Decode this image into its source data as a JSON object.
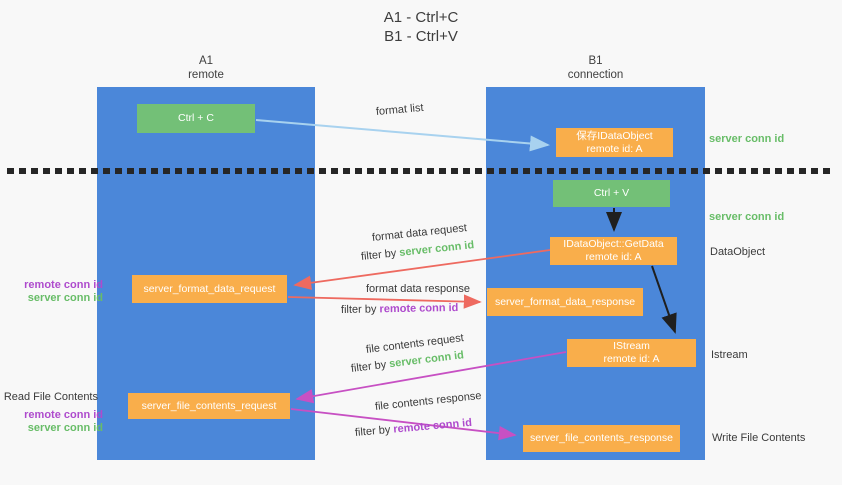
{
  "colors": {
    "background": "#f8f8f8",
    "lane_blue": "#4b87d9",
    "box_green": "#73c077",
    "box_orange": "#f9ae4b",
    "arrow_lightblue": "#a8d2ef",
    "arrow_black": "#1f1f1f",
    "arrow_red": "#ee6a60",
    "arrow_magenta": "#c750c3",
    "text_green": "#68bd68",
    "text_purple": "#ae4bcd",
    "text_dark": "#3a3a3a"
  },
  "title": {
    "line1": "A1 - Ctrl+C",
    "line2": "B1 - Ctrl+V"
  },
  "lanes": {
    "left": {
      "name": "A1",
      "subtitle": "remote"
    },
    "right": {
      "name": "B1",
      "subtitle": "connection"
    }
  },
  "nodes": {
    "ctrl_c": {
      "label": "Ctrl + C"
    },
    "ctrl_v": {
      "label": "Ctrl + V"
    },
    "save_idataobject": {
      "line1": "保存IDataObject",
      "line2": "remote id: A"
    },
    "getdata": {
      "line1": "IDataObject::GetData",
      "line2": "remote id: A"
    },
    "istream": {
      "line1": "IStream",
      "line2": "remote id: A"
    },
    "server_format_data_request": {
      "label": "server_format_data_request"
    },
    "server_format_data_response": {
      "label": "server_format_data_response"
    },
    "server_file_contents_request": {
      "label": "server_file_contents_request"
    },
    "server_file_contents_response": {
      "label": "server_file_contents_response"
    }
  },
  "side_labels": {
    "server_conn_id_top_right": "server conn id",
    "server_conn_id_mid_right": "server conn id",
    "dataobject": "DataObject",
    "istream": "Istream",
    "write_file_contents": "Write File Contents",
    "read_file_contents": "Read File Contents",
    "remote_conn_id_left_top": "remote conn id",
    "server_conn_id_left_top": "server conn id",
    "remote_conn_id_left_bottom": "remote conn id",
    "server_conn_id_left_bottom": "server conn id"
  },
  "arrow_labels": {
    "format_list": "format list",
    "format_data_request": "format data request",
    "filter_by_1": "filter by ",
    "filter_value_1": "server conn id",
    "format_data_response": "format data response",
    "filter_by_2": "filter by ",
    "filter_value_2": "remote conn id",
    "file_contents_request": "file contents request",
    "filter_by_3": "filter by ",
    "filter_value_3": "server conn id",
    "file_contents_response": "file contents response",
    "filter_by_4": "filter by ",
    "filter_value_4": "remote conn id"
  }
}
